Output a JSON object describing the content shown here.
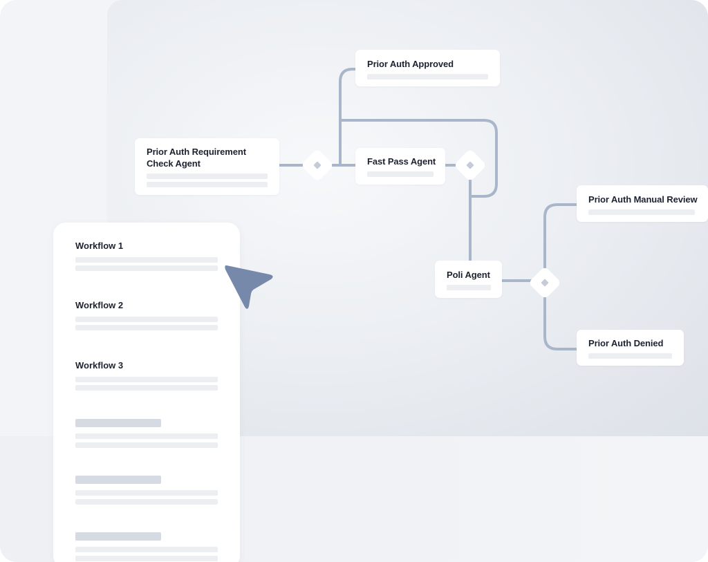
{
  "colors": {
    "connector": "#a9b5c9",
    "cursor": "#7689aa",
    "node_bg": "#ffffff",
    "placeholder_bar": "#eceef2",
    "placeholder_bar_dark": "#d6dbe3"
  },
  "diagram": {
    "nodes": {
      "requirement_check": {
        "title_line1": "Prior Auth Requirement",
        "title_line2": "Check Agent"
      },
      "approved": {
        "title": "Prior Auth Approved"
      },
      "fast_pass": {
        "title": "Fast Pass Agent"
      },
      "poli": {
        "title": "Poli Agent"
      },
      "manual_review": {
        "title": "Prior Auth Manual Review"
      },
      "denied": {
        "title": "Prior Auth Denied"
      }
    },
    "decision_icons": [
      "decision-diamond-icon",
      "decision-diamond-icon",
      "decision-diamond-icon"
    ]
  },
  "sidebar": {
    "workflows": [
      {
        "label": "Workflow 1"
      },
      {
        "label": "Workflow 2"
      },
      {
        "label": "Workflow 3"
      }
    ]
  },
  "cursor_icon": "pointer-arrow-icon"
}
